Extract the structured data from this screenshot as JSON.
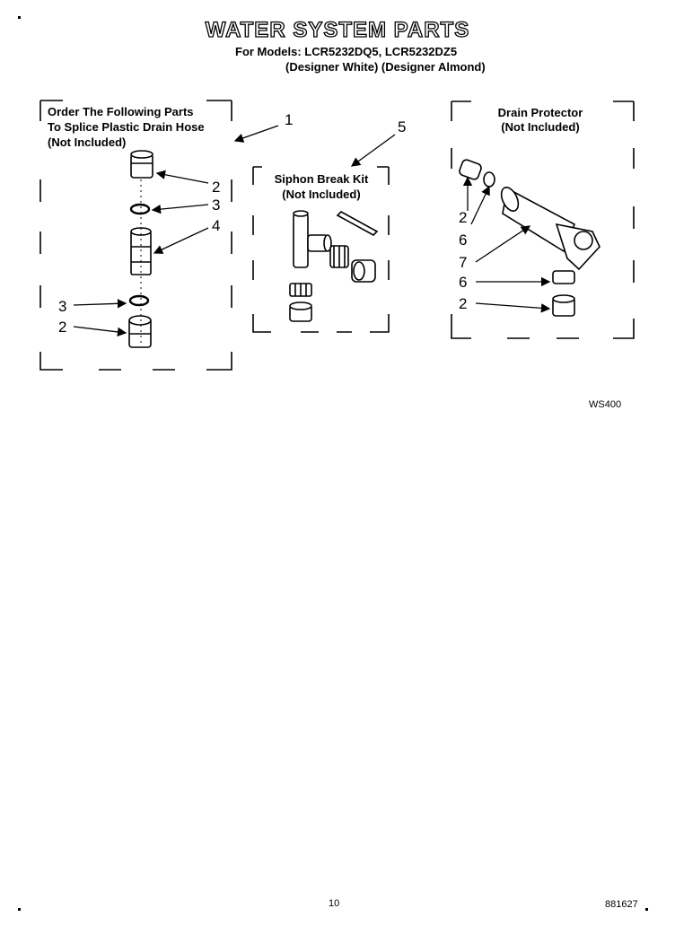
{
  "header": {
    "title": "WATER SYSTEM PARTS",
    "models": "For Models: LCR5232DQ5, LCR5232DZ5",
    "variants": "(Designer White) (Designer Almond)"
  },
  "panels": {
    "splice": {
      "line1": "Order The Following Parts",
      "line2": "To Splice Plastic Drain Hose",
      "line3": "(Not Included)"
    },
    "siphon": {
      "line1": "Siphon Break Kit",
      "line2": "(Not Included)"
    },
    "drain": {
      "line1": "Drain Protector",
      "line2": "(Not Included)"
    }
  },
  "callouts": {
    "c1": "1",
    "c2a": "2",
    "c3a": "3",
    "c4": "4",
    "c3b": "3",
    "c2b": "2",
    "c5": "5",
    "d2a": "2",
    "d6a": "6",
    "d7": "7",
    "d6b": "6",
    "d2b": "2"
  },
  "footer": {
    "code": "WS400",
    "page": "10",
    "doc_number": "881627"
  }
}
